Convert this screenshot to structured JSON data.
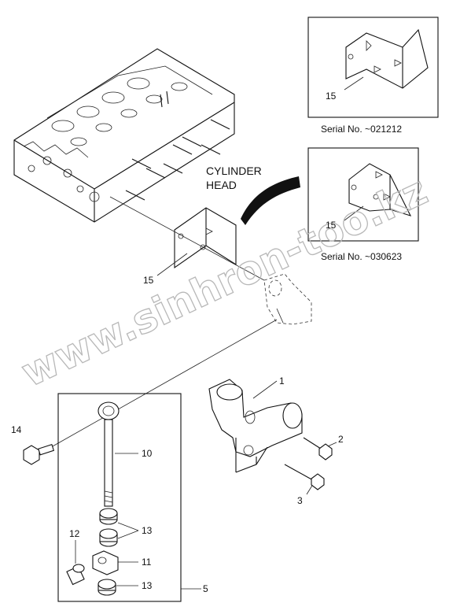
{
  "labels": {
    "cylinder_head_line1": "CYLINDER",
    "cylinder_head_line2": "HEAD",
    "serial_top": "Serial No. ~021212",
    "serial_bottom": "Serial No. ~030623",
    "p15_inset_top": "15",
    "p15_inset_bottom": "15",
    "p15_main": "15",
    "p1": "1",
    "p2": "2",
    "p3": "3",
    "p5": "5",
    "p10": "10",
    "p11": "11",
    "p12": "12",
    "p13_a": "13",
    "p13_b": "13",
    "p14": "14"
  },
  "watermark": "www.sinhron-too.kz",
  "colors": {
    "line": "#111111",
    "watermark": "#b8b8b8",
    "background": "#ffffff"
  }
}
